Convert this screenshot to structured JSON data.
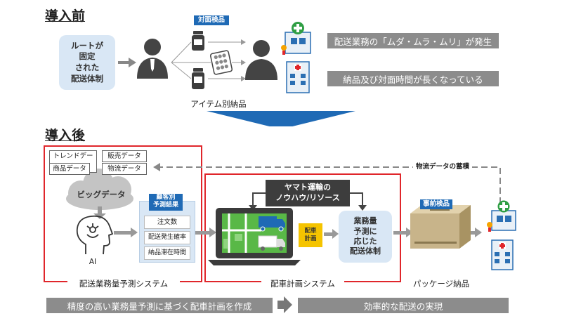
{
  "before": {
    "heading": "導入前",
    "route_box": "ルートが\n固定\nされた\n配送体制",
    "tag_face": "対面検品",
    "label_items": "アイテム別納品",
    "problem_1": "配送業務の「ムダ・ムラ・ムリ」が発生",
    "problem_2": "納品及び対面時間が長くなっている"
  },
  "after": {
    "heading": "導入後",
    "chips": [
      "トレンドデータ",
      "販売データ",
      "商品データ",
      "物流データ"
    ],
    "cloud_label": "ビッグデータ",
    "ai_label": "AI",
    "result_tag": "顧客別\n予測結果",
    "result_items": [
      "注文数",
      "配送発生確率",
      "納品滞在時間"
    ],
    "yamato_box": "ヤマト運輸の\nノウハウ/リソース",
    "workload_box": "業務量\n予測に\n応じた\n配送体制",
    "plan_tag": "配車\n計画",
    "tag_pre": "事前検品",
    "logistics_feedback": "物流データの蓄積",
    "label_forecast": "配送業務量予測システム",
    "label_plan": "配車計画システム",
    "label_package": "パッケージ納品",
    "bottom_left": "精度の高い業務量予測に基づく配車計画を作成",
    "bottom_right": "効率的な配送の実現"
  },
  "colors": {
    "accent_blue": "#1f6ab5",
    "red_frame": "#e0262b",
    "gray_bar": "#8c8c8c",
    "light_blue": "#d9e7f5",
    "yellow_tag": "#f5c400"
  },
  "icons": [
    "person-icon",
    "medicine-bottle-icon",
    "pill-pack-icon",
    "hospital-icon",
    "pharmacy-icon",
    "down-arrow-icon",
    "brain-icon",
    "cloud-icon",
    "laptop-icon",
    "truck-icon",
    "box-icon"
  ]
}
